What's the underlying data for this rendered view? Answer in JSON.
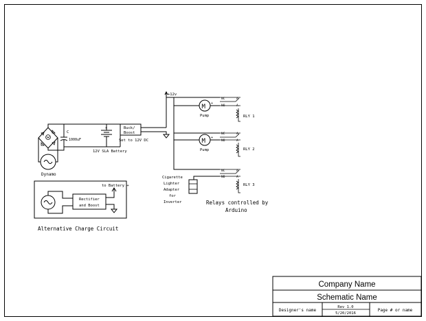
{
  "schematic": {
    "dynamo_label": "Dynamo",
    "capacitor_label": "C",
    "capacitor_value": "1000uF",
    "battery_label": "12V SLA Battery",
    "battery_pos": "+",
    "buck_boost": [
      "Buck/",
      "Boost"
    ],
    "buck_boost_setting": "Set to 12V DC",
    "supply_label": "+12v",
    "pump1_label": "Pump",
    "pump2_label": "Pump",
    "motor_symbol": "M",
    "relays": [
      {
        "label": "RLY 1",
        "nc": "NC",
        "no": "NO",
        "a": "A"
      },
      {
        "label": "RLY 2",
        "nc": "NC",
        "no": "NO",
        "a": "A"
      },
      {
        "label": "RLY 3",
        "nc": "NC",
        "no": "NO",
        "a": "A"
      }
    ],
    "cig_lighter": [
      "Cigarette",
      "Lighter",
      "Adapter",
      "for",
      "Inverter"
    ],
    "relays_note": [
      "Relays controlled by",
      "Arduino"
    ],
    "alt_charge": {
      "title": "Alternative Charge Circuit",
      "battery_label": "to Battery +",
      "rectifier": [
        "Rectifier",
        "and Boost"
      ]
    }
  },
  "title_block": {
    "company": "Company Name",
    "schematic_name": "Schematic Name",
    "designer": "Designer's name",
    "rev": "Rev 1.0",
    "date": "5/20/2016",
    "page": "Page # or name"
  }
}
